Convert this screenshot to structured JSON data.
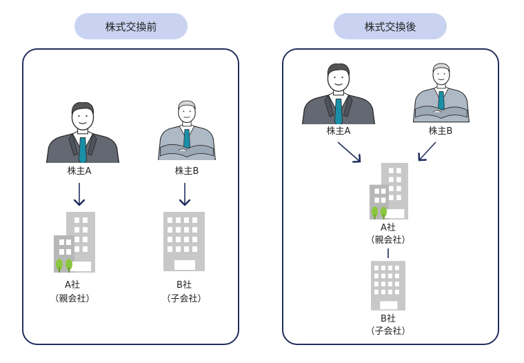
{
  "before": {
    "title": "株式交換前",
    "shareholder_a": "株主A",
    "shareholder_b": "株主B",
    "company_a": "A社",
    "company_a_role": "（親会社）",
    "company_b": "B社",
    "company_b_role": "（子会社）"
  },
  "after": {
    "title": "株式交換後",
    "shareholder_a": "株主A",
    "shareholder_b": "株主B",
    "company_a": "A社",
    "company_a_role": "（親会社）",
    "company_b": "B社",
    "company_b_role": "（子会社）"
  },
  "colors": {
    "pill": "#c9d3f1",
    "panel_border": "#1f2d5c",
    "arrow": "#1f2d5c",
    "building": "#c8c8c8",
    "tree": "#8cc63f",
    "tie": "#1a8fa8"
  }
}
